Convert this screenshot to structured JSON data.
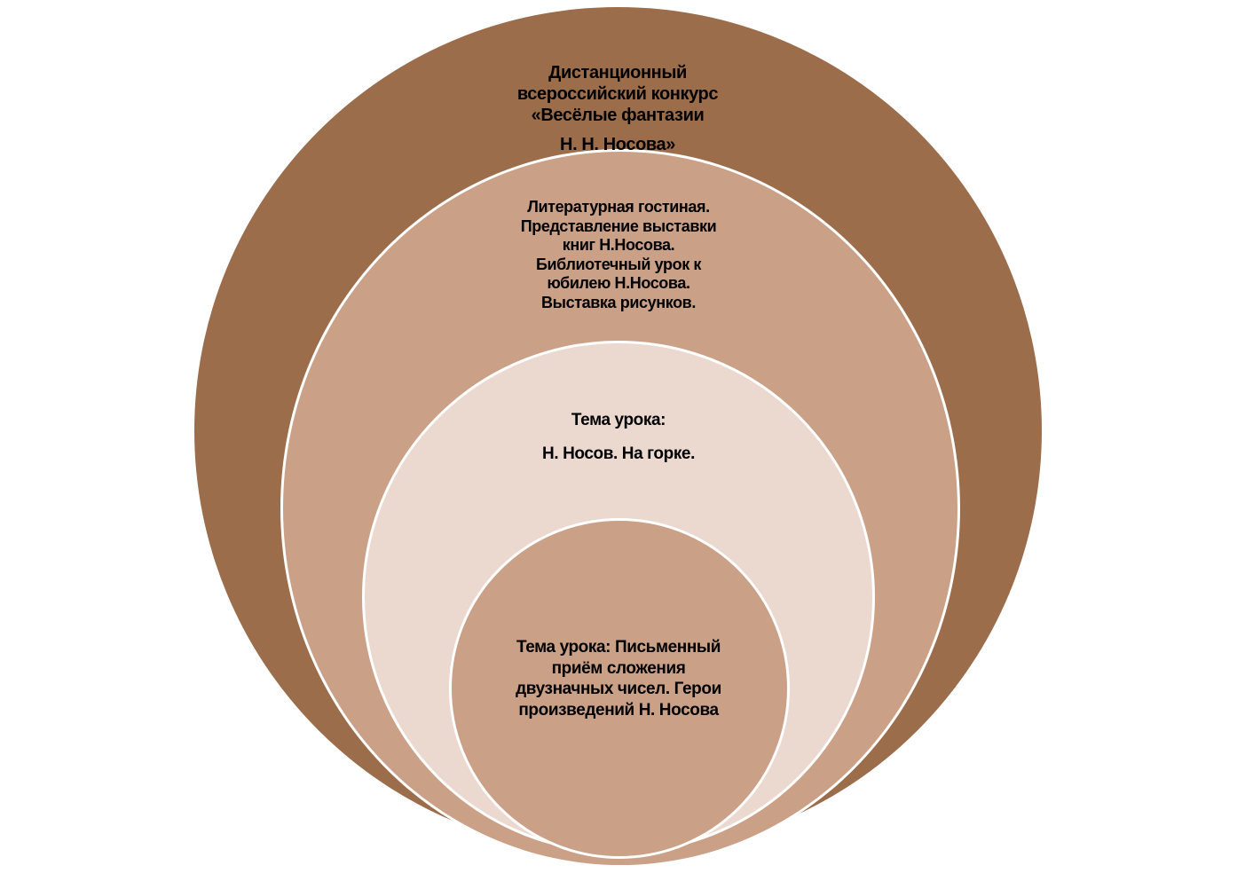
{
  "colors": {
    "outer": "#9b6d4b",
    "second": "#caa087",
    "third": "#ebd9d0",
    "inner": "#caa087"
  },
  "circles": {
    "outer": {
      "lines": [
        "Дистанционный",
        "всероссийский конкурс",
        "«Весёлые фантазии",
        "Н. Н. Носова»"
      ]
    },
    "second": {
      "lines": [
        "Литературная гостиная.",
        "Представление выставки",
        "книг Н.Носова.",
        "Библиотечный урок к",
        "юбилею Н.Носова.",
        "Выставка рисунков."
      ]
    },
    "third": {
      "lines": [
        "Тема урока:",
        "Н. Носов. На горке."
      ]
    },
    "inner": {
      "lines": [
        "Тема урока: Письменный",
        "приём сложения",
        "двузначных  чисел. Герои",
        "произведений Н. Носова"
      ]
    }
  }
}
